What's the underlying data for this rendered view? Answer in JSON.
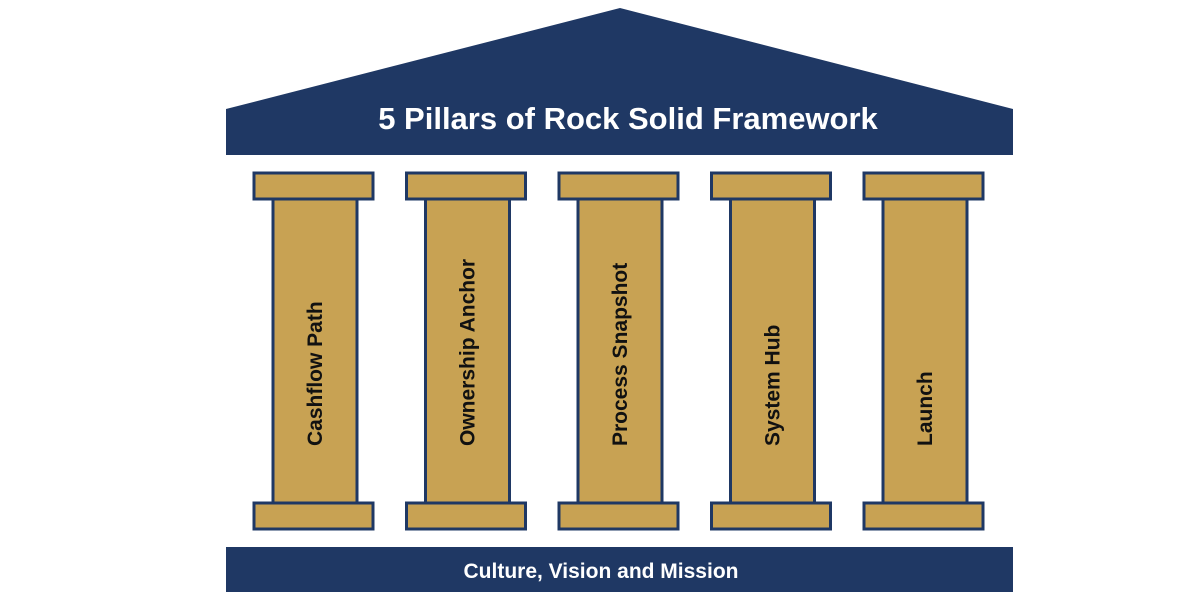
{
  "diagram": {
    "title": "5 Pillars of Rock Solid Framework",
    "foundation": "Culture, Vision and Mission",
    "pillars": [
      {
        "label": "Cashflow Path"
      },
      {
        "label": "Ownership Anchor"
      },
      {
        "label": "Process Snapshot"
      },
      {
        "label": "System Hub"
      },
      {
        "label": "Launch"
      }
    ],
    "colors": {
      "navy": "#1f3864",
      "gold": "#c8a253",
      "pillar_text": "#111111",
      "banner_text": "#ffffff"
    }
  }
}
